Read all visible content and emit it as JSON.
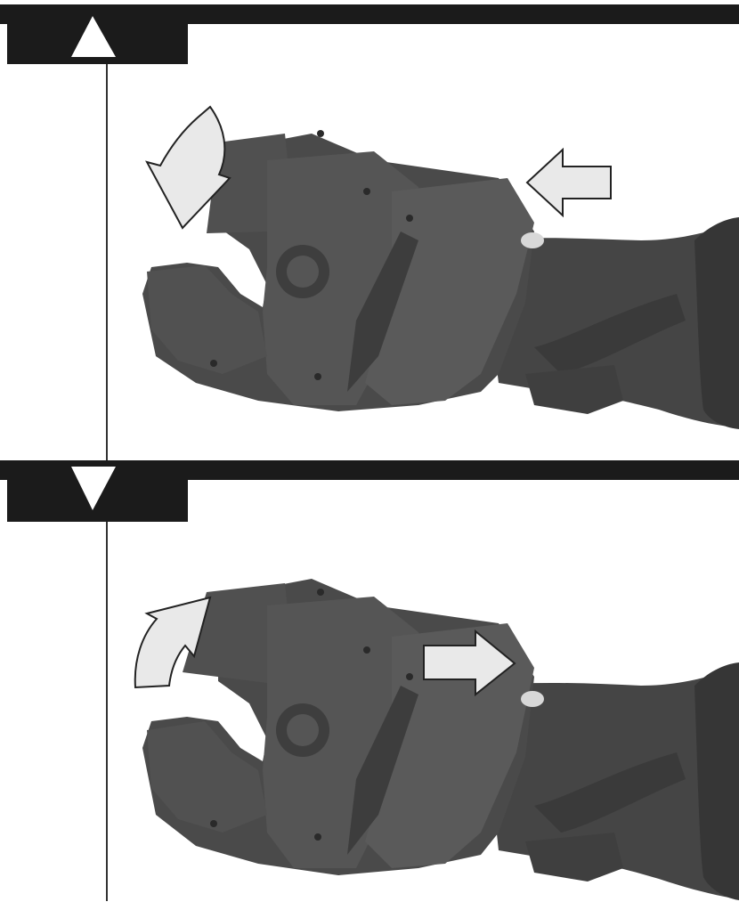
{
  "figure": {
    "panels": [
      {
        "id": "open",
        "indicator_icon": "triangle-up-icon",
        "jaw_motion_icon": "curved-arrow-down-icon",
        "button_motion_icon": "arrow-left-icon",
        "tool": "pipe-cutter-jaw-open"
      },
      {
        "id": "close",
        "indicator_icon": "triangle-down-icon",
        "jaw_motion_icon": "curved-arrow-up-icon",
        "button_motion_icon": "arrow-right-icon",
        "tool": "pipe-cutter-jaw-locked"
      }
    ],
    "colors": {
      "header": "#1b1b1b",
      "tool_body": "#4a4a4a",
      "tool_dark": "#2f2f2f",
      "tool_light": "#6b6b6b",
      "arrow_fill": "#e9e9e9",
      "arrow_stroke": "#222222"
    }
  }
}
